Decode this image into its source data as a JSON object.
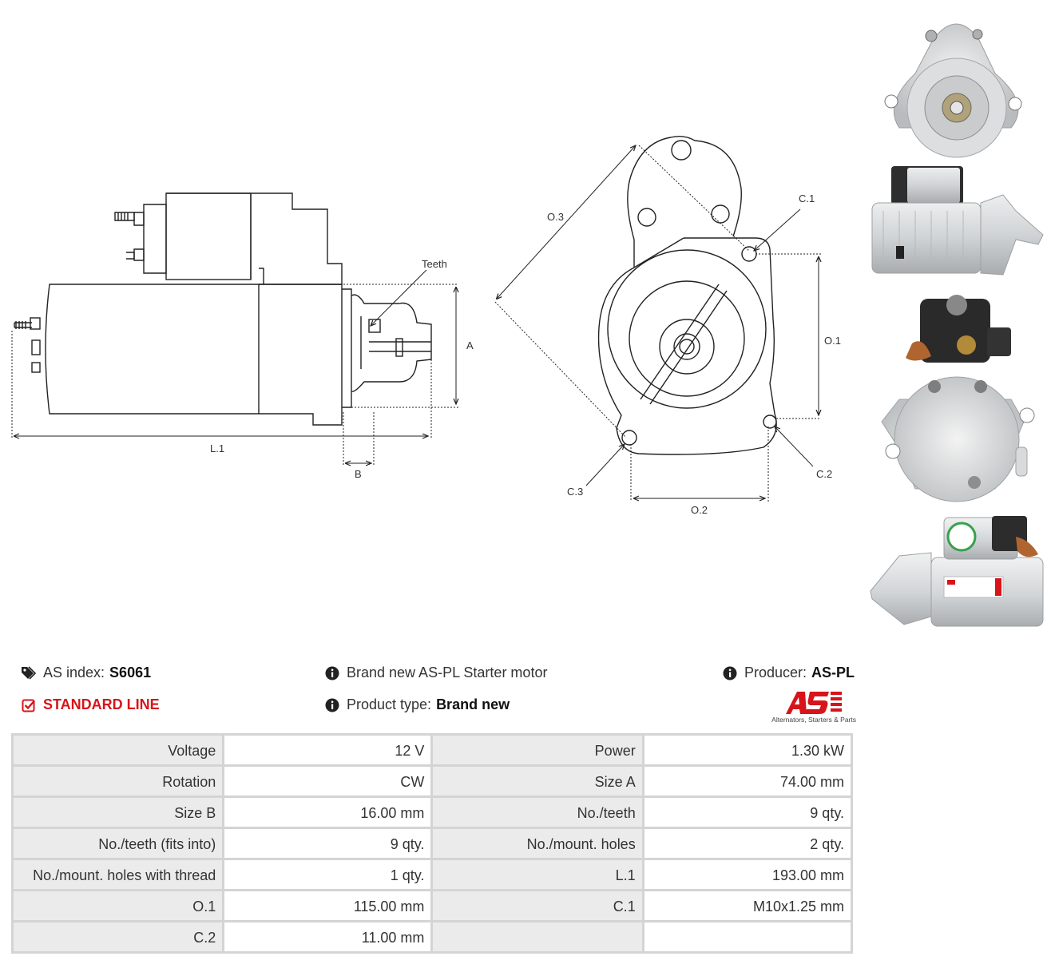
{
  "drawing": {
    "labels": {
      "teeth": "Teeth",
      "a": "A",
      "b": "B",
      "l1": "L.1",
      "o1": "O.1",
      "o2": "O.2",
      "o3": "O.3",
      "c1": "C.1",
      "c2": "C.2",
      "c3": "C.3"
    }
  },
  "header": {
    "as_index_label": "AS index:",
    "as_index_value": "S6061",
    "standard_line": "STANDARD LINE",
    "description": "Brand new AS-PL Starter motor",
    "product_type_label": "Product type:",
    "product_type_value": "Brand new",
    "producer_label": "Producer:",
    "producer_value": "AS-PL"
  },
  "logo": {
    "mark": "AS",
    "tagline": "Alternators, Starters & Parts",
    "brand_color": "#d7141a"
  },
  "specs": [
    {
      "k1": "Voltage",
      "v1": "12 V",
      "k2": "Power",
      "v2": "1.30 kW"
    },
    {
      "k1": "Rotation",
      "v1": "CW",
      "k2": "Size A",
      "v2": "74.00 mm"
    },
    {
      "k1": "Size B",
      "v1": "16.00 mm",
      "k2": "No./teeth",
      "v2": "9 qty."
    },
    {
      "k1": "No./teeth (fits into)",
      "v1": "9 qty.",
      "k2": "No./mount. holes",
      "v2": "2 qty."
    },
    {
      "k1": "No./mount. holes with thread",
      "v1": "1 qty.",
      "k2": "L.1",
      "v2": "193.00 mm"
    },
    {
      "k1": "O.1",
      "v1": "115.00 mm",
      "k2": "C.1",
      "v2": "M10x1.25 mm"
    },
    {
      "k1": "C.2",
      "v1": "11.00 mm",
      "k2": "",
      "v2": ""
    }
  ],
  "icons": {
    "tag": "tags-icon",
    "check": "check-square-icon",
    "info": "info-circle-icon"
  }
}
